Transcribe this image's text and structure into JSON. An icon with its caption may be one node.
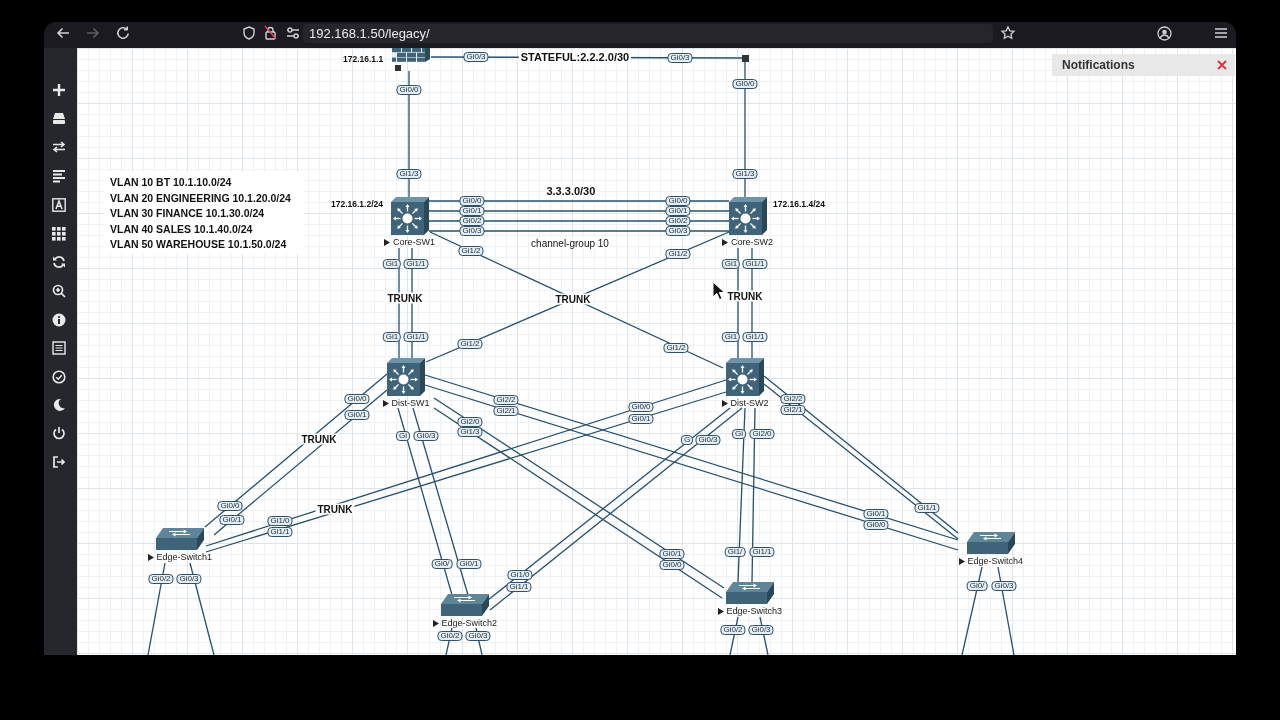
{
  "diagram": {
    "nodes": [
      {
        "text": [],
        "shape": "picture",
        "beside": [
          "172.16.1.1"
        ]
      },
      {
        "text": [],
        "shape": "box"
      },
      {
        "text": [
          "Core-SW1"
        ],
        "beside": [
          "172.16.1.2/24"
        ]
      },
      {
        "text": [
          "Core-SW2"
        ],
        "beside": [
          "172.16.1.4/24"
        ]
      },
      {
        "text": [
          "Dist-SW1"
        ]
      },
      {
        "text": [
          "Dist-SW2"
        ]
      },
      {
        "text": [
          "Edge-Switch1"
        ]
      },
      {
        "text": [
          "Edge-Switch2"
        ]
      },
      {
        "text": [
          "Edge-Switch3"
        ]
      },
      {
        "text": [
          "Edge-Switch4"
        ]
      }
    ],
    "edges": [
      {
        "from": 0,
        "to": 1,
        "arrow": "none",
        "label": "STATEFUL:2.2.2.0/30"
      },
      {
        "from": 0,
        "to": 2,
        "arrow": "none"
      },
      {
        "from": 1,
        "to": 3,
        "arrow": "none"
      },
      {
        "from": 2,
        "to": 3,
        "arrow": "none",
        "label": "3.3.3.0/30"
      },
      {
        "from": 2,
        "to": 3,
        "arrow": "none"
      },
      {
        "from": 2,
        "to": 3,
        "arrow": "none"
      },
      {
        "from": 2,
        "to": 3,
        "arrow": "none",
        "label": "channel-group 10"
      },
      {
        "from": 2,
        "to": 4,
        "arrow": "none",
        "label": "TRUNK"
      },
      {
        "from": 2,
        "to": 4,
        "arrow": "none"
      },
      {
        "from": 2,
        "to": 5,
        "arrow": "none",
        "label": "TRUNK"
      },
      {
        "from": 3,
        "to": 4,
        "arrow": "none"
      },
      {
        "from": 3,
        "to": 5,
        "arrow": "none",
        "label": "TRUNK"
      },
      {
        "from": 3,
        "to": 5,
        "arrow": "none"
      },
      {
        "from": 4,
        "to": 6,
        "arrow": "none",
        "label": "TRUNK"
      },
      {
        "from": 4,
        "to": 6,
        "arrow": "none"
      },
      {
        "from": 4,
        "to": 7,
        "arrow": "none"
      },
      {
        "from": 4,
        "to": 7,
        "arrow": "none"
      },
      {
        "from": 4,
        "to": 8,
        "arrow": "none"
      },
      {
        "from": 4,
        "to": 8,
        "arrow": "none"
      },
      {
        "from": 4,
        "to": 9,
        "arrow": "none"
      },
      {
        "from": 4,
        "to": 9,
        "arrow": "none"
      },
      {
        "from": 5,
        "to": 6,
        "arrow": "none",
        "label": "TRUNK"
      },
      {
        "from": 5,
        "to": 6,
        "arrow": "none"
      },
      {
        "from": 5,
        "to": 7,
        "arrow": "none"
      },
      {
        "from": 5,
        "to": 7,
        "arrow": "none"
      },
      {
        "from": 5,
        "to": 8,
        "arrow": "none"
      },
      {
        "from": 5,
        "to": 8,
        "arrow": "none"
      },
      {
        "from": 5,
        "to": 9,
        "arrow": "none"
      },
      {
        "from": 5,
        "to": 9,
        "arrow": "none"
      },
      {
        "from": 6,
        "to": null,
        "arrow": "none"
      },
      {
        "from": 6,
        "to": null,
        "arrow": "none"
      },
      {
        "from": 7,
        "to": null,
        "arrow": "none"
      },
      {
        "from": 7,
        "to": null,
        "arrow": "none"
      },
      {
        "from": 8,
        "to": null,
        "arrow": "none"
      },
      {
        "from": 8,
        "to": null,
        "arrow": "none"
      },
      {
        "from": 9,
        "to": null,
        "arrow": "none"
      },
      {
        "from": 9,
        "to": null,
        "arrow": "none"
      }
    ],
    "labels": [
      "192.168.1.50/legacy/",
      "Gi0/3",
      "Gi0/3",
      "Notifications",
      "Gi0/0",
      "Gi0/0",
      "VLAN 10 BT 10.1.10.0/24",
      "Gi1/3",
      "Gi1/3",
      "VLAN 20 ENGINEERING 10.1.20.0/24",
      "Gi0/0",
      "Gi0/0",
      "VLAN 30 FINANCE 10.1.30.0/24",
      "Gi0/1",
      "Gi0/1",
      "VLAN 40 SALES 10.1.40.0/24",
      "Gi0/2",
      "Gi0/2",
      "Gi0/3",
      "Gi0/3",
      "VLAN 50 WAREHOUSE 10.1.50.0/24",
      "Gi1/2",
      "Gi1/2",
      "Gi1",
      "Gi1/1",
      "Gi1",
      "Gi1/1",
      "Gi1",
      "Gi1/1",
      "Gi1/2",
      "Gi1/2",
      "Gi1",
      "Gi1/1",
      "Gi0/0",
      "Gi2/2",
      "Gi0/0",
      "Gi2/2",
      "Gi0/1",
      "Gi2/1",
      "Gi0/1",
      "Gi2/1",
      "Gi2/0",
      "Gi",
      "Gi0/3",
      "Gi1/3",
      "G",
      "Gi0/3",
      "Gi",
      "Gi2/0",
      "Gi0/0",
      "Gi0/1",
      "Gi1/1",
      "Gi0/1",
      "Gi1/0",
      "Gi1/1",
      "Gi0/0",
      "Gi0/1",
      "Gi1/",
      "Gi1/1",
      "Gi0/",
      "Gi0/1",
      "Gi0/0",
      "Gi0/2",
      "Gi0/3",
      "Gi1/0",
      "Gi1/1",
      "Gi0/",
      "Gi0/3",
      "Gi0/2",
      "Gi0/3",
      "Gi0/2",
      "Gi0/3"
    ]
  }
}
